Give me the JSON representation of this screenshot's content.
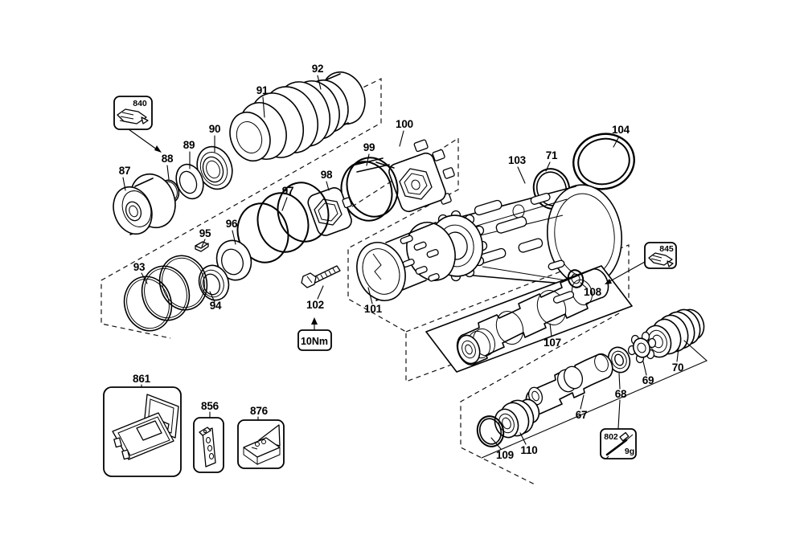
{
  "diagram": {
    "kind": "exploded-parts-diagram",
    "line_color": "#000000",
    "background": "#ffffff",
    "annotations": {
      "torque": "10Nm",
      "grease_amount": "9g"
    },
    "callout_boxes": [
      "840",
      "845",
      "802",
      "861",
      "856",
      "876"
    ]
  },
  "labels": {
    "p67": "67",
    "p68": "68",
    "p69": "69",
    "p70": "70",
    "p71": "71",
    "p87": "87",
    "p88": "88",
    "p89": "89",
    "p90": "90",
    "p91": "91",
    "p92": "92",
    "p93": "93",
    "p94": "94",
    "p95": "95",
    "p96": "96",
    "p97": "97",
    "p98": "98",
    "p99": "99",
    "p100": "100",
    "p101": "101",
    "p102": "102",
    "p103": "103",
    "p104": "104",
    "p107": "107",
    "p108": "108",
    "p109": "109",
    "p110": "110",
    "k840": "840",
    "k845": "845",
    "k802": "802",
    "k861": "861",
    "k856": "856",
    "k876": "876",
    "torque": "10Nm",
    "grease": "9g"
  }
}
